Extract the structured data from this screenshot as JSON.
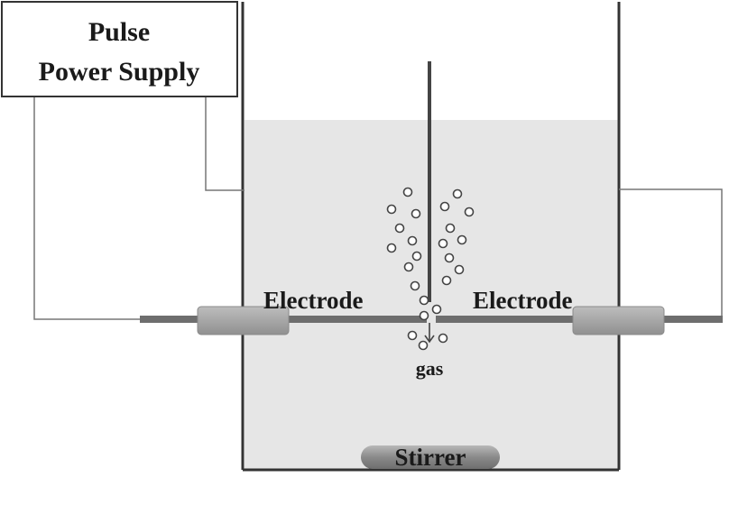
{
  "power_supply": {
    "line1": "Pulse",
    "line2": "Power Supply"
  },
  "electrode_left": {
    "label": "Electrode"
  },
  "electrode_right": {
    "label": "Electrode"
  },
  "gas_label": "gas",
  "stirrer": {
    "label": "Stirrer"
  },
  "colors": {
    "liquid": "#e6e6e6",
    "electrode_body": "#a3a3a3",
    "electrode_rod": "#6e6e6e",
    "stirrer": "#8e8e8e",
    "outline": "#333333",
    "wire": "#777777"
  }
}
